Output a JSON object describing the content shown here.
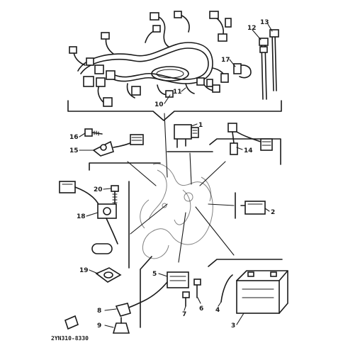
{
  "diagram": {
    "part_code": "2YN310-8330",
    "callouts": [
      "1",
      "2",
      "3",
      "4",
      "5",
      "6",
      "7",
      "8",
      "9",
      "10",
      "11",
      "12",
      "13",
      "14",
      "15",
      "16",
      "17",
      "18",
      "19",
      "20"
    ]
  }
}
